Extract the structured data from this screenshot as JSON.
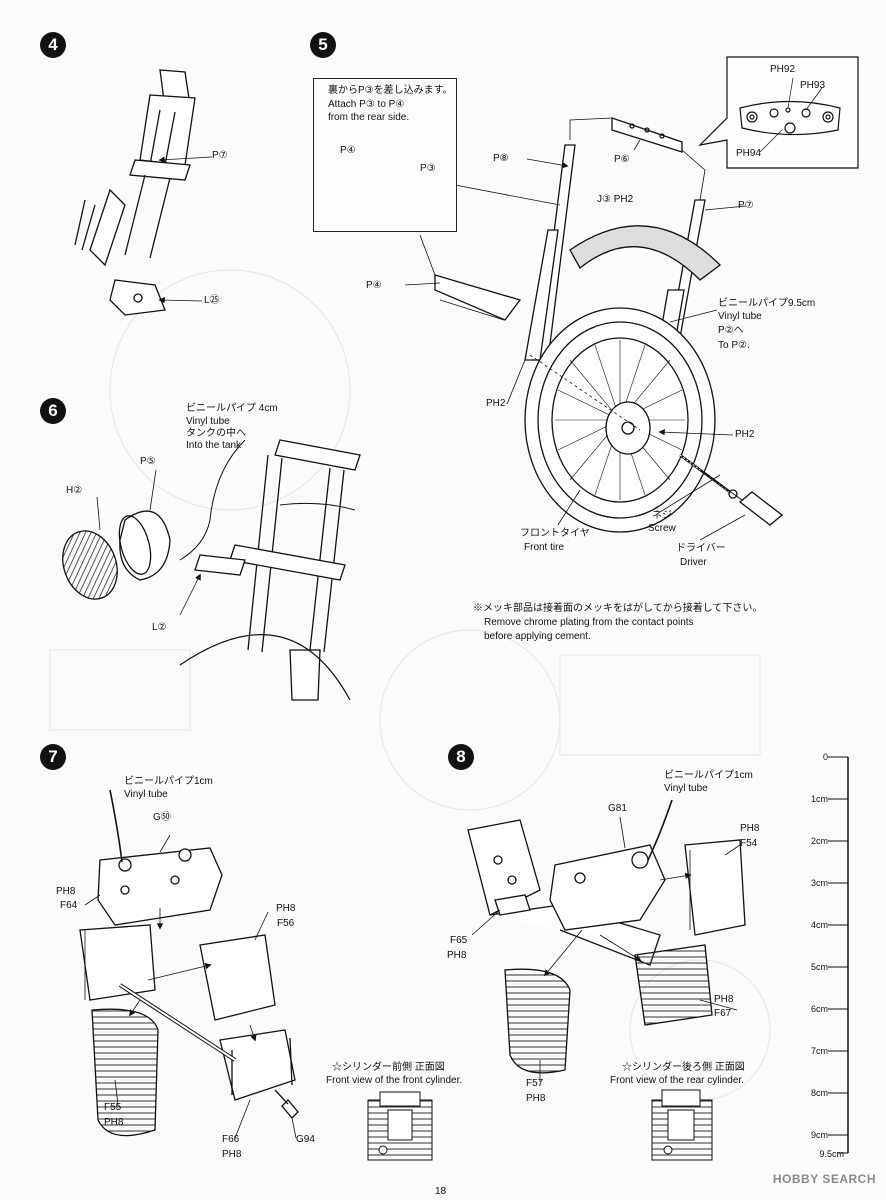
{
  "page_number": "18",
  "watermark": "HOBBY SEARCH",
  "steps": {
    "s4": {
      "number": "4",
      "labels": {
        "p7": "P⑦",
        "l25": "L㉕"
      }
    },
    "s5": {
      "number": "5",
      "callout": {
        "line1": "裏からP③を差し込みます。",
        "line2": "Attach P③ to P④",
        "line3": "from the rear side.",
        "p4": "P④",
        "p3": "P③"
      },
      "inset": {
        "ph92": "PH92",
        "ph93": "PH93",
        "ph94": "PH94"
      },
      "labels": {
        "p8": "P⑧",
        "p6": "P⑥",
        "j3": "J③ PH2",
        "p7": "P⑦",
        "p4": "P④",
        "ph2_left": "PH2",
        "ph2_right": "PH2",
        "tube_jp": "ビニールパイプ9.5cm",
        "tube_en": "Vinyl tube",
        "to_p2_jp": "P②へ",
        "to_p2_en": "To P②.",
        "tire_jp": "フロントタイヤ",
        "tire_en": "Front tire",
        "screw_jp": "ネジ",
        "screw_en": "Screw",
        "driver_jp": "ドライバー",
        "driver_en": "Driver"
      },
      "note": {
        "jp": "※メッキ部品は接着面のメッキをはがしてから接着して下さい。",
        "en1": "Remove chrome plating from the contact points",
        "en2": "before applying cement."
      }
    },
    "s6": {
      "number": "6",
      "labels": {
        "tube_jp": "ビニールパイプ 4cm",
        "tube_en": "Vinyl tube",
        "tank_jp": "タンクの中へ",
        "tank_en": "Into the tank",
        "h2": "H②",
        "p5": "P⑤",
        "l2": "L②"
      }
    },
    "s7": {
      "number": "7",
      "labels": {
        "tube_jp": "ビニールパイプ1cm",
        "tube_en": "Vinyl tube",
        "g80": "G㊿",
        "ph8_a": "PH8",
        "f64": "F64",
        "ph8_b": "PH8",
        "f56": "F56",
        "f55": "F55",
        "ph8_c": "PH8",
        "f66": "F66",
        "ph8_d": "PH8",
        "g94": "G94",
        "front_jp": "☆シリンダー前側 正面図",
        "front_en": "Front view of the front cylinder."
      }
    },
    "s8": {
      "number": "8",
      "labels": {
        "tube_jp": "ビニールパイプ1cm",
        "tube_en": "Vinyl tube",
        "g81": "G81",
        "ph8_a": "PH8",
        "f54": "F54",
        "f65": "F65",
        "ph8_b": "PH8",
        "ph8_c": "PH8",
        "f67": "F67",
        "f57": "F57",
        "ph8_d": "PH8",
        "rear_jp": "☆シリンダー後ろ側 正面図",
        "rear_en": "Front view of the rear cylinder."
      }
    }
  },
  "ruler": {
    "ticks": [
      "0",
      "1cm",
      "2cm",
      "3cm",
      "4cm",
      "5cm",
      "6cm",
      "7cm",
      "8cm",
      "9cm",
      "9.5cm"
    ]
  }
}
